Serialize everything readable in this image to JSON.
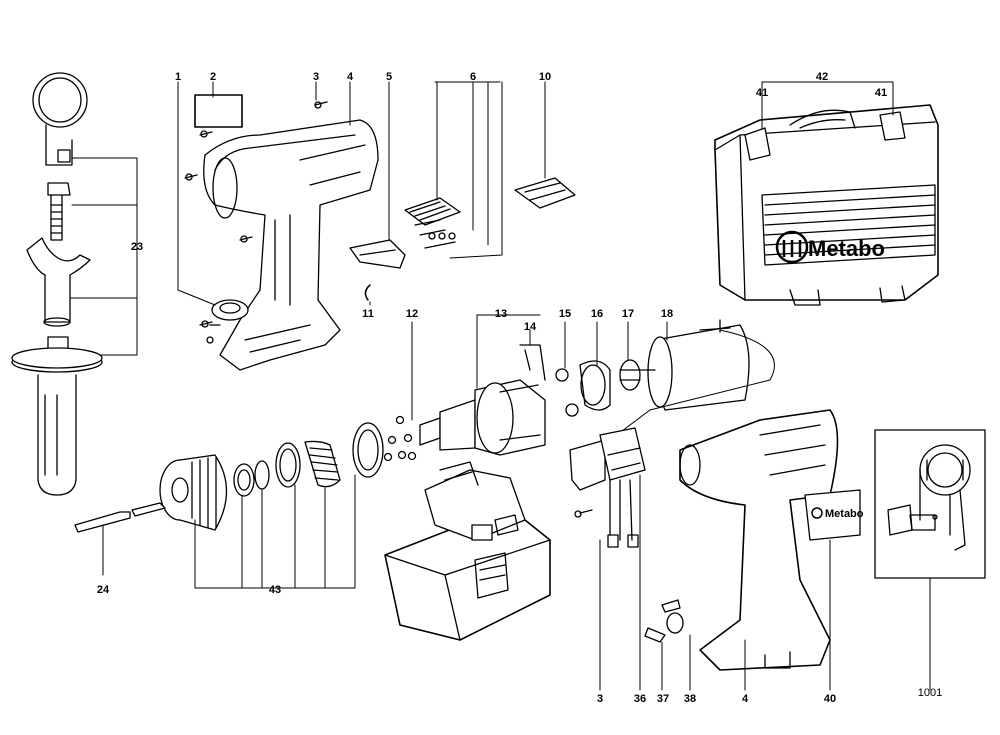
{
  "labels": {
    "n1": "1",
    "n2": "2",
    "n3_top": "3",
    "n4_top": "4",
    "n5": "5",
    "n6": "6",
    "n10": "10",
    "n42": "42",
    "n41_left": "41",
    "n41_right": "41",
    "n23": "23",
    "n11": "11",
    "n12": "12",
    "n13": "13",
    "n14": "14",
    "n15": "15",
    "n16": "16",
    "n17": "17",
    "n18": "18",
    "n24": "24",
    "n43": "43",
    "n3_bottom": "3",
    "n36": "36",
    "n37": "37",
    "n38": "38",
    "n4_bottom": "4",
    "n40": "40",
    "n1001": "1001"
  },
  "branding": {
    "case_logo": "Metabo",
    "body_logo": "Metabo"
  }
}
